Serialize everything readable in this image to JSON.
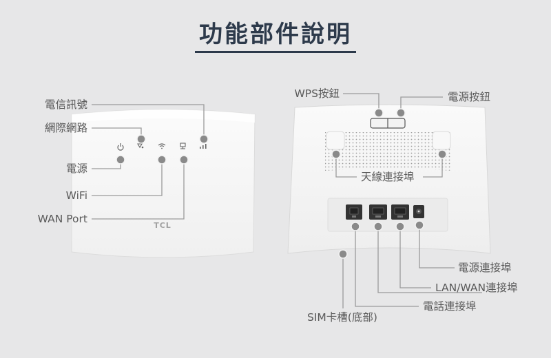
{
  "title": "功能部件說明",
  "front": {
    "brand": "TCL",
    "labels": {
      "signal": "電信訊號",
      "internet": "網際網路",
      "power": "電源",
      "wifi": "WiFi",
      "wan": "WAN Port"
    }
  },
  "back": {
    "labels": {
      "wps_button": "WPS按鈕",
      "power_button": "電源按鈕",
      "antenna": "天線連接埠",
      "power_port": "電源連接埠",
      "lan_wan_port": "LAN/WAN連接埠",
      "phone_port": "電話連接埠",
      "sim_slot": "SIM卡槽(底部)"
    }
  },
  "colors": {
    "background": "#e7e7e8",
    "title": "#2d3a4b",
    "dot": "#8c8c8c",
    "line": "#9a9a9a",
    "device": "#f7f7f7"
  }
}
